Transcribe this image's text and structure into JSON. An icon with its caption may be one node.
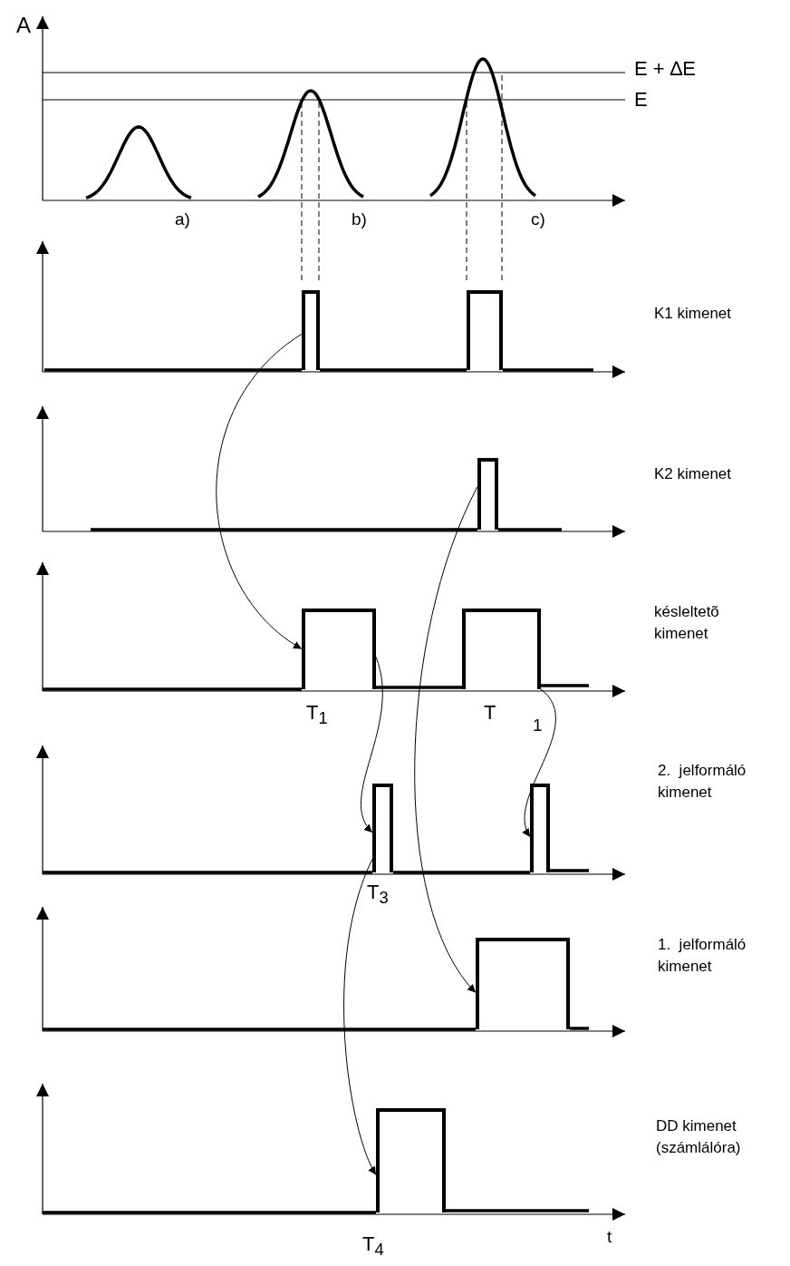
{
  "diagram": {
    "nodes": [
      {
        "text": [],
        "shape": "pulse"
      },
      {
        "text": [],
        "shape": "pulse"
      },
      {
        "text": [],
        "shape": "pulse"
      },
      {
        "text": [],
        "shape": "pulse"
      },
      {
        "text": [],
        "shape": "pulse"
      },
      {
        "text": [],
        "shape": "pulse"
      },
      {
        "text": [],
        "shape": "pulse"
      },
      {
        "text": [],
        "shape": "pulse"
      },
      {
        "text": [],
        "shape": "pulse"
      }
    ],
    "edges": [
      {
        "from": 0,
        "to": 3,
        "arrow": "to"
      },
      {
        "from": 2,
        "to": 7,
        "arrow": "to"
      },
      {
        "from": 3,
        "to": 5,
        "arrow": "to"
      },
      {
        "from": 4,
        "to": 6,
        "arrow": "to"
      },
      {
        "from": 5,
        "to": 8,
        "arrow": "to"
      }
    ],
    "labels": [
      "A",
      "E + ∆E",
      "E",
      "a)",
      "b)",
      "c)",
      "K1 kimenet",
      "K2 kimenet",
      "késleltetõ kimenet",
      "T$_{1}$",
      "T",
      "1",
      "2.  jelformáló kimenet",
      "T$_{3}$",
      "1.  jelformáló kimenet",
      "DD kimenet (számlálóra)",
      "T$_{4}$",
      "t"
    ]
  }
}
